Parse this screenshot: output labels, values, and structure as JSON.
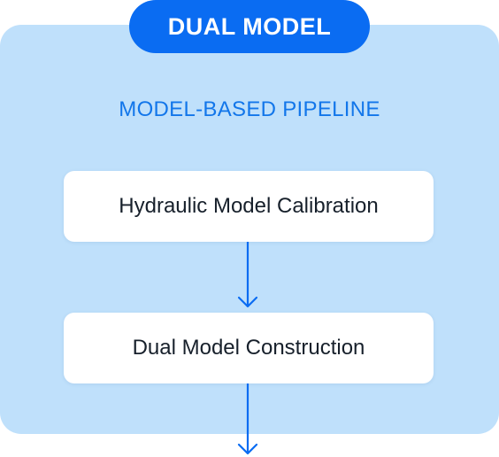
{
  "diagram": {
    "header": {
      "label": "DUAL MODEL"
    },
    "section": {
      "title": "MODEL-BASED PIPELINE"
    },
    "nodes": [
      {
        "label": "Hydraulic Model Calibration"
      },
      {
        "label": "Dual Model Construction"
      }
    ]
  },
  "colors": {
    "panel_background": "#bfe0fb",
    "accent": "#0a6cf2",
    "title_text": "#1276ea",
    "node_background": "#ffffff",
    "node_text": "#17202b"
  }
}
